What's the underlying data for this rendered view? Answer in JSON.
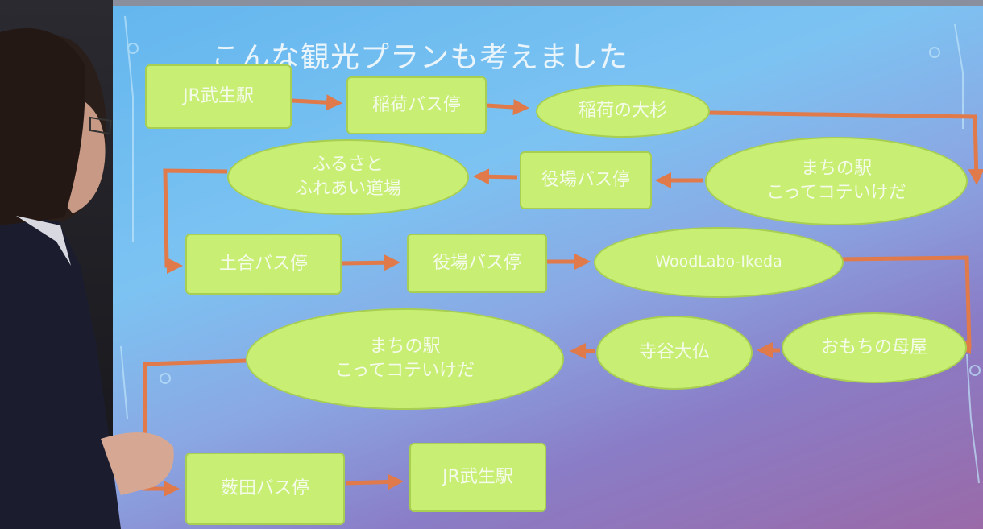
{
  "slide": {
    "title": "こんな観光プランも考えました",
    "nodes": [
      {
        "label": "JR武生駅",
        "shape": "rect"
      },
      {
        "label": "稲荷バス停",
        "shape": "rect"
      },
      {
        "label": "稲荷の大杉",
        "shape": "ellipse"
      },
      {
        "label": "まちの駅\nこってコテいけだ",
        "shape": "ellipse"
      },
      {
        "label": "役場バス停",
        "shape": "rect"
      },
      {
        "label": "ふるさと\nふれあい道場",
        "shape": "ellipse"
      },
      {
        "label": "土合バス停",
        "shape": "rect"
      },
      {
        "label": "役場バス停",
        "shape": "rect"
      },
      {
        "label": "WoodLabo-Ikeda",
        "shape": "ellipse"
      },
      {
        "label": "おもちの母屋",
        "shape": "ellipse"
      },
      {
        "label": "寺谷大仏",
        "shape": "ellipse"
      },
      {
        "label": "まちの駅\nこってコテいけだ",
        "shape": "ellipse"
      },
      {
        "label": "薮田バス停",
        "shape": "rect"
      },
      {
        "label": "JR武生駅",
        "shape": "rect"
      }
    ],
    "colors": {
      "node_fill": "#c8ee74",
      "arrow": "#e07a4a",
      "node_text": "#f4fbe9"
    }
  }
}
